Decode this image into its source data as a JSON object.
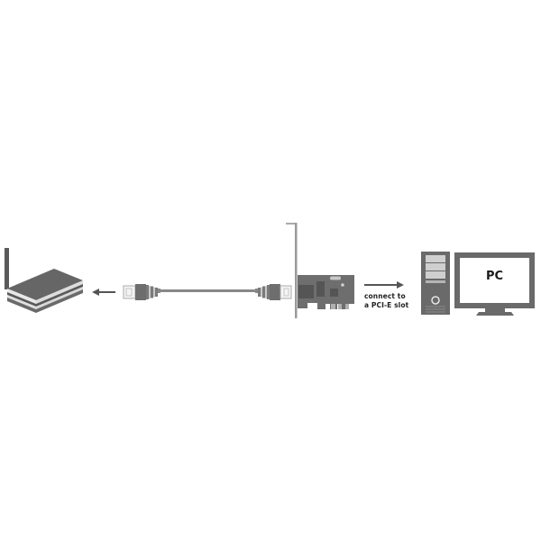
{
  "diagram": {
    "type": "connection-diagram",
    "nodes": [
      {
        "id": "router",
        "label": "",
        "icon": "wireless-router-icon"
      },
      {
        "id": "cable",
        "label": "",
        "icon": "rj45-ethernet-cable-icon"
      },
      {
        "id": "nic",
        "label": "",
        "icon": "pci-express-network-card-icon"
      },
      {
        "id": "pc",
        "label": "PC",
        "icon": "desktop-computer-icon"
      }
    ],
    "edges": [
      {
        "from": "cable",
        "to": "router",
        "arrow": "left"
      },
      {
        "from": "nic",
        "to": "pc",
        "arrow": "right",
        "label": "connect to a PCI-E slot"
      }
    ]
  },
  "labels": {
    "caption_line1": "connect to",
    "caption_line2": "a PCI-E slot",
    "pc": "PC"
  },
  "colors": {
    "dark_gray": "#5a5a5a",
    "mid_gray": "#7a7a7a",
    "light_gray": "#b8b8b8",
    "cable": "#888888",
    "text": "#222222",
    "background": "#ffffff"
  }
}
